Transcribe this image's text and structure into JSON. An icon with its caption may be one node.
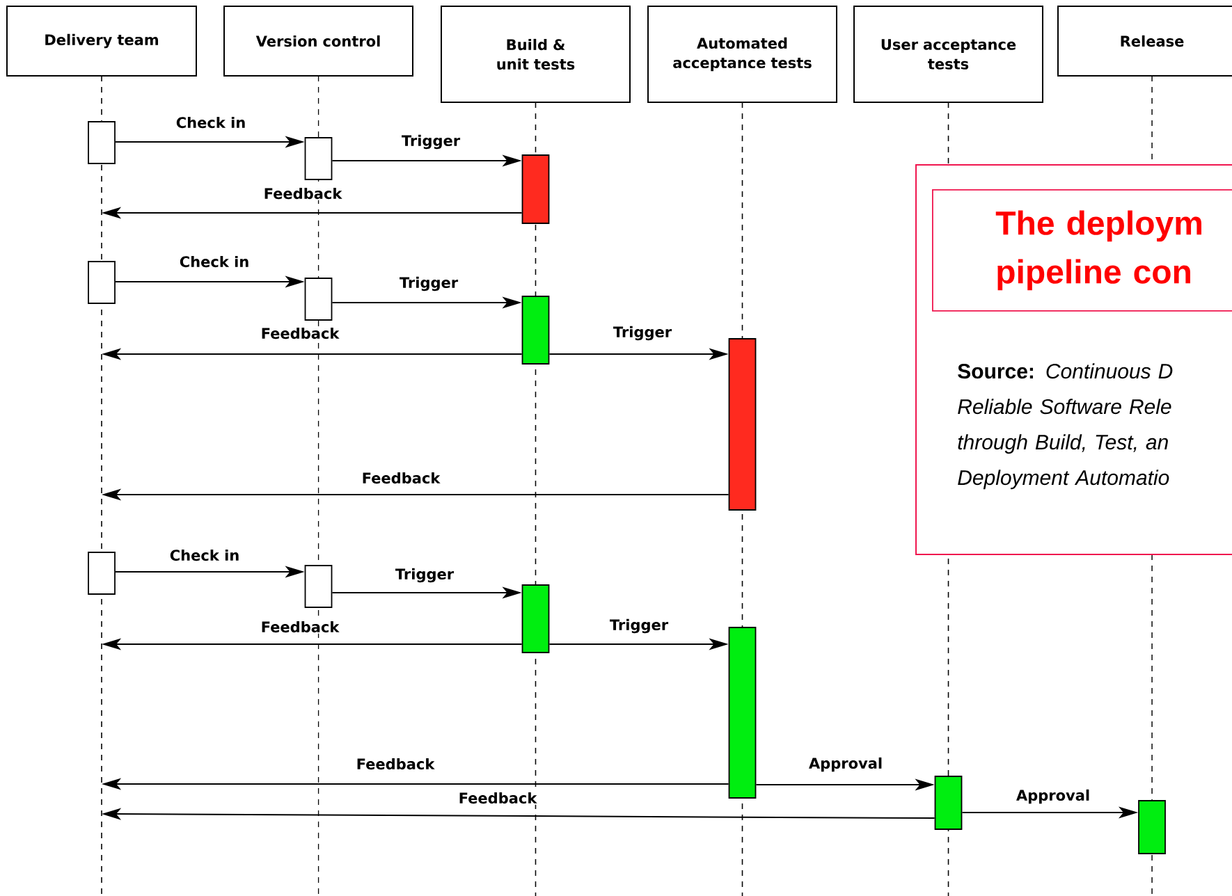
{
  "diagram": {
    "nodes": [
      {
        "text": [
          "Delivery team"
        ]
      },
      {
        "text": [
          "Version control"
        ]
      },
      {
        "text": [
          "Build & unit tests"
        ]
      },
      {
        "text": [
          "Automated acceptance tests"
        ]
      },
      {
        "text": [
          "User acceptance tests"
        ]
      },
      {
        "text": [
          "Release"
        ]
      },
      {
        "text": [],
        "shape": "box"
      },
      {
        "text": [],
        "shape": "box"
      },
      {
        "text": [],
        "shape": "box"
      },
      {
        "text": [],
        "shape": "box"
      },
      {
        "text": [],
        "shape": "box"
      },
      {
        "text": [],
        "shape": "box"
      },
      {
        "text": [],
        "shape": "box"
      },
      {
        "text": [],
        "shape": "box"
      },
      {
        "text": [],
        "shape": "box"
      },
      {
        "text": [],
        "shape": "box"
      },
      {
        "text": [],
        "shape": "box"
      },
      {
        "text": [],
        "shape": "box"
      },
      {
        "text": [],
        "shape": "box"
      },
      {
        "text": [
          "**Source:** *Continuous D Reliable Software Rele through Build, Test, an Deployment Automatio*"
        ]
      },
      {
        "text": [
          "The deploym pipeline con"
        ],
        "in": 19
      }
    ],
    "edges": [
      {
        "from": 6,
        "to": 7,
        "arrow": "to",
        "label": "Check in"
      },
      {
        "from": 7,
        "to": 8,
        "arrow": "to",
        "label": "Trigger"
      },
      {
        "from": 8,
        "to": null,
        "arrow": "to",
        "label": "Feedback"
      },
      {
        "from": 9,
        "to": 10,
        "arrow": "to",
        "label": "Check in"
      },
      {
        "from": 10,
        "to": 11,
        "arrow": "to",
        "label": "Trigger"
      },
      {
        "from": 11,
        "to": null,
        "arrow": "to",
        "label": "Feedback"
      },
      {
        "from": 11,
        "to": 12,
        "arrow": "to",
        "label": "Trigger"
      },
      {
        "from": 12,
        "to": null,
        "arrow": "to",
        "label": "Feedback"
      },
      {
        "from": 13,
        "to": 14,
        "arrow": "to",
        "label": "Check in"
      },
      {
        "from": 14,
        "to": 15,
        "arrow": "to",
        "label": "Trigger"
      },
      {
        "from": 15,
        "to": null,
        "arrow": "to",
        "label": "Feedback"
      },
      {
        "from": 15,
        "to": 16,
        "arrow": "to",
        "label": "Trigger"
      },
      {
        "from": 16,
        "to": null,
        "arrow": "to",
        "label": "Feedback"
      },
      {
        "from": 16,
        "to": 17,
        "arrow": "to",
        "label": "Approval"
      },
      {
        "from": 17,
        "to": null,
        "arrow": "to",
        "label": "Feedback"
      },
      {
        "from": 17,
        "to": 18,
        "arrow": "to",
        "label": "Approval"
      }
    ]
  }
}
